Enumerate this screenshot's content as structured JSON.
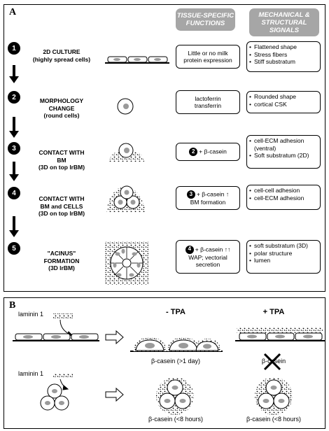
{
  "panel_a": {
    "label": "A",
    "header_functions": "TISSUE-SPECIFIC FUNCTIONS",
    "header_signals": "MECHANICAL & STRUCTURAL SIGNALS",
    "stages": [
      {
        "num": "1",
        "title": [
          "2D CULTURE",
          "(highly spread cells)"
        ],
        "function": [
          "Little or no milk",
          "protein expression"
        ],
        "signals": [
          "Flattened shape",
          "Stress fibers",
          "Stiff substratum"
        ]
      },
      {
        "num": "2",
        "title": [
          "MORPHOLOGY",
          "CHANGE",
          "(round cells)"
        ],
        "function": [
          "lactoferrin",
          "transferrin"
        ],
        "signals": [
          "Rounded shape",
          "cortical CSK"
        ]
      },
      {
        "num": "3",
        "title": [
          "CONTACT WITH",
          "BM",
          "(3D on top lrBM)"
        ],
        "function_ref": "2",
        "function_text": "+ β-casein",
        "signals": [
          "cell-ECM adhesion (ventral)",
          "Soft substratum (2D)"
        ]
      },
      {
        "num": "4",
        "title": [
          "CONTACT WITH",
          "BM and CELLS",
          "(3D on top lrBM)"
        ],
        "function_ref": "3",
        "function_text": "+ β-casein ↑",
        "function_text2": "BM formation",
        "signals": [
          "cell-cell adhesion",
          "cell-ECM adhesion"
        ]
      },
      {
        "num": "5",
        "title": [
          "\"ACINUS\"",
          "FORMATION",
          "(3D lrBM)"
        ],
        "function_ref": "4",
        "function_text": "+ β-casein ↑↑",
        "function_text2": "WAP; vectorial",
        "function_text3": "secretion",
        "signals": [
          "soft substratum (3D)",
          "polar structure",
          "lumen"
        ]
      }
    ]
  },
  "panel_b": {
    "label": "B",
    "laminin1": "laminin 1",
    "laminin2": "laminin 1",
    "col_minus": "- TPA",
    "col_plus": "+ TPA",
    "row1_minus": "β-casein (>1 day)",
    "row1_plus": "β-casein",
    "row2_minus": "β-casein (<8 hours)",
    "row2_plus": "β-casein (<8 hours)"
  },
  "colors": {
    "header_bg": "#a6a6a6",
    "cell_gray": "#a0a0a0",
    "nucleus": "#9a9a9a"
  }
}
